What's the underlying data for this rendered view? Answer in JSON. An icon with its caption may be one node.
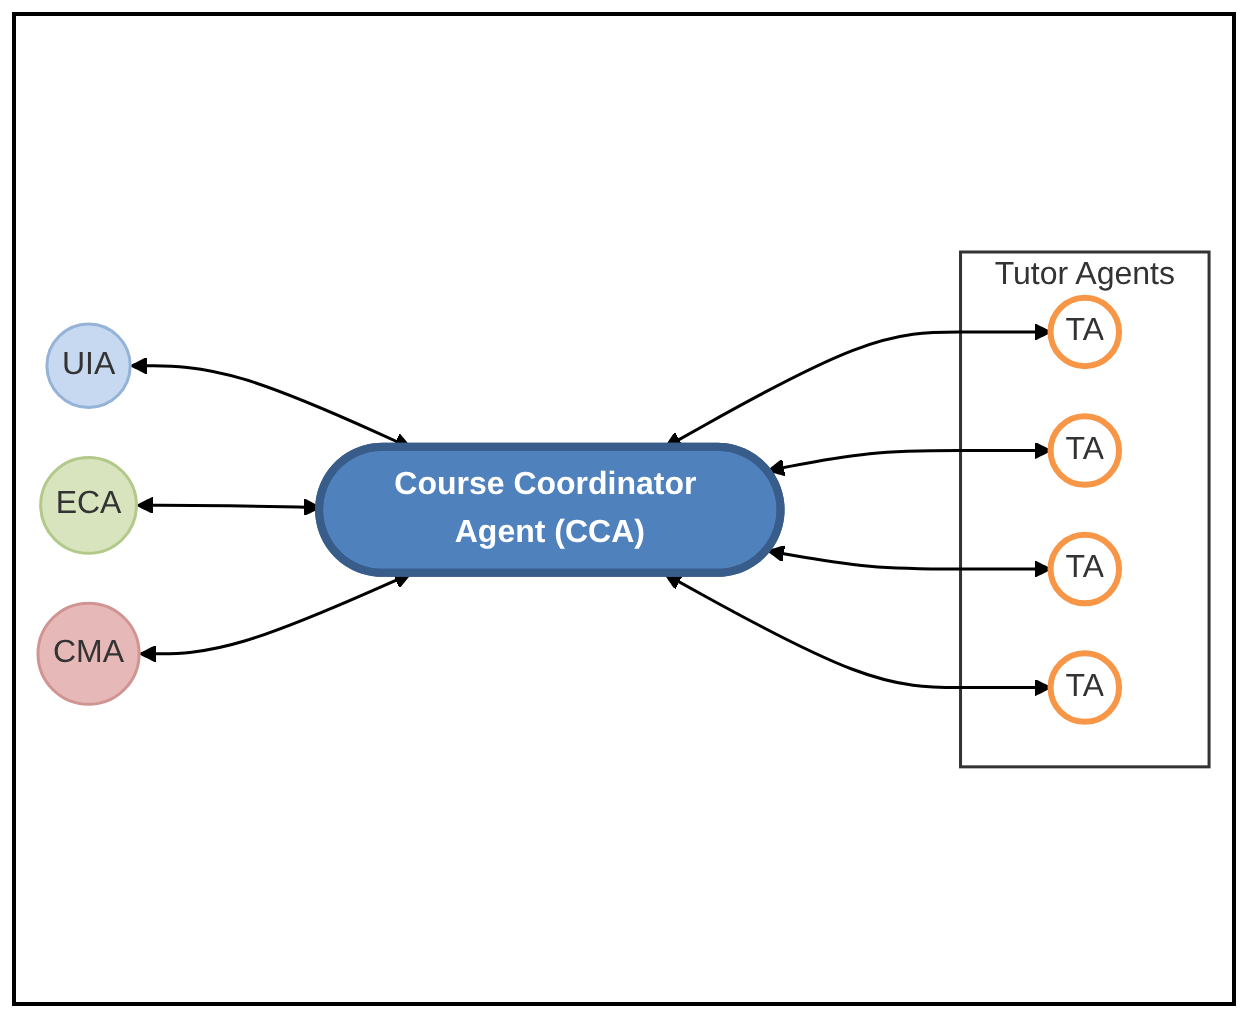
{
  "diagram": {
    "nodes": [
      {
        "text": [
          "UIA"
        ]
      },
      {
        "text": [
          "ECA"
        ]
      },
      {
        "text": [
          "CMA"
        ]
      },
      {
        "text": [
          "Course Coordinator Agent (CCA)"
        ]
      },
      {
        "text": [
          "Tutor Agents"
        ]
      },
      {
        "text": [
          "TA"
        ],
        "in": 4
      },
      {
        "text": [
          "TA"
        ],
        "in": 4
      },
      {
        "text": [
          "TA"
        ],
        "in": 4
      },
      {
        "text": [
          "TA"
        ],
        "in": 4
      }
    ],
    "edges": [
      {
        "from": 0,
        "to": 3,
        "arrow": "both"
      },
      {
        "from": 1,
        "to": 3,
        "arrow": "both"
      },
      {
        "from": 2,
        "to": 3,
        "arrow": "both"
      },
      {
        "from": 3,
        "to": 5,
        "arrow": "both"
      },
      {
        "from": 3,
        "to": 6,
        "arrow": "both"
      },
      {
        "from": 3,
        "to": 7,
        "arrow": "both"
      },
      {
        "from": 3,
        "to": 8,
        "arrow": "both"
      }
    ]
  }
}
